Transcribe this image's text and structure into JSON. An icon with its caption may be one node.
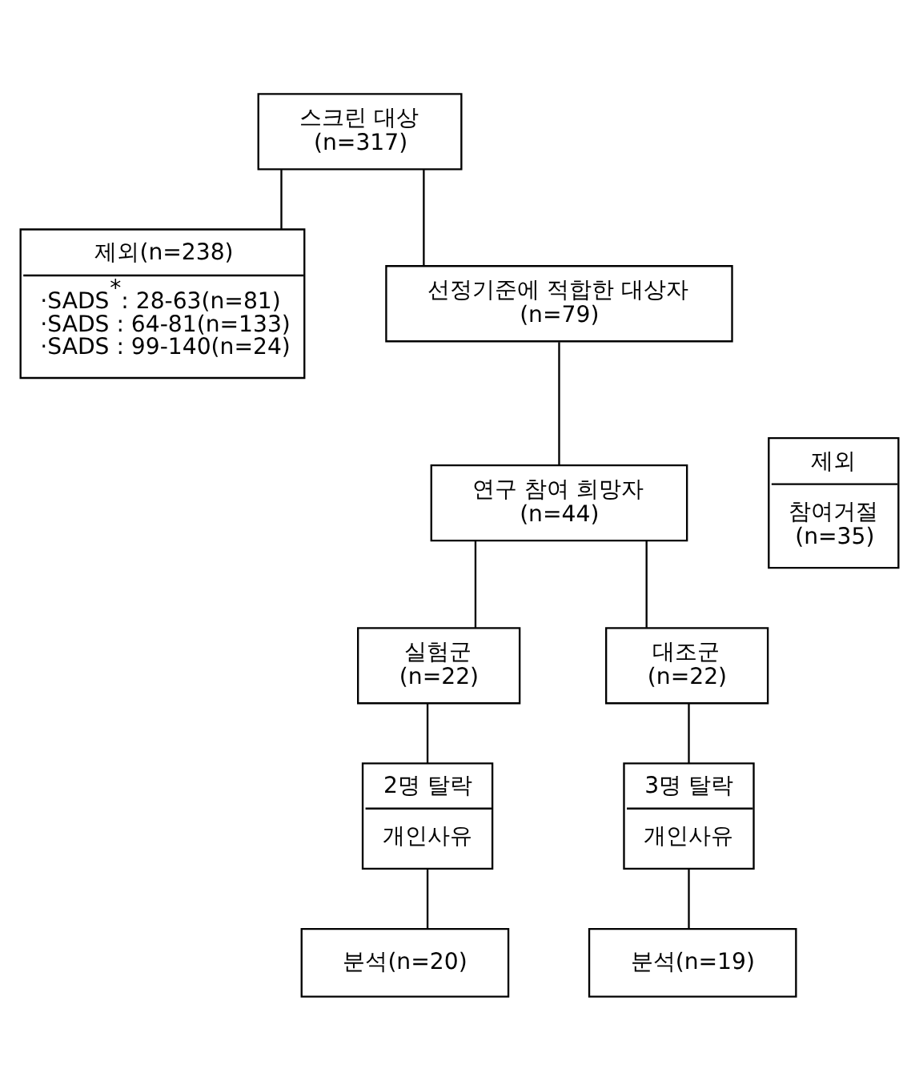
{
  "diagram": {
    "nodes": [
      {
        "text": [
          "스크린 대상 (n=317)"
        ]
      },
      {
        "text": [
          "제외(n=238)",
          "·SADS$^{*}$: 28-63(n=81)",
          "·SADS : 64-81(n=133)",
          "·SADS : 99-140(n=24)"
        ]
      },
      {
        "text": [
          "선정기준에 적합한 대상자 (n=79)"
        ]
      },
      {
        "text": [
          "연구 참여 희망자 (n=44)"
        ]
      },
      {
        "text": [
          "제외",
          "참여거절 (n=35)"
        ]
      },
      {
        "text": [
          "실험군 (n=22)"
        ]
      },
      {
        "text": [
          "대조군 (n=22)"
        ]
      },
      {
        "text": [
          "2명 탈락",
          "개인사유"
        ]
      },
      {
        "text": [
          "3명 탈락",
          "개인사유"
        ]
      },
      {
        "text": [
          "분석(n=20)"
        ]
      },
      {
        "text": [
          "분석(n=19)"
        ]
      }
    ],
    "edges": [
      {
        "from": 0,
        "to": 2,
        "arrow": "none"
      },
      {
        "from": 0,
        "to": 1,
        "arrow": "none"
      },
      {
        "from": 2,
        "to": 3,
        "arrow": "none"
      },
      {
        "from": 3,
        "to": 5,
        "arrow": "none"
      },
      {
        "from": 3,
        "to": 6,
        "arrow": "none"
      },
      {
        "from": 5,
        "to": 7,
        "arrow": "none"
      },
      {
        "from": 6,
        "to": 8,
        "arrow": "none"
      },
      {
        "from": 7,
        "to": 9,
        "arrow": "none"
      },
      {
        "from": 8,
        "to": 10,
        "arrow": "none"
      }
    ]
  }
}
